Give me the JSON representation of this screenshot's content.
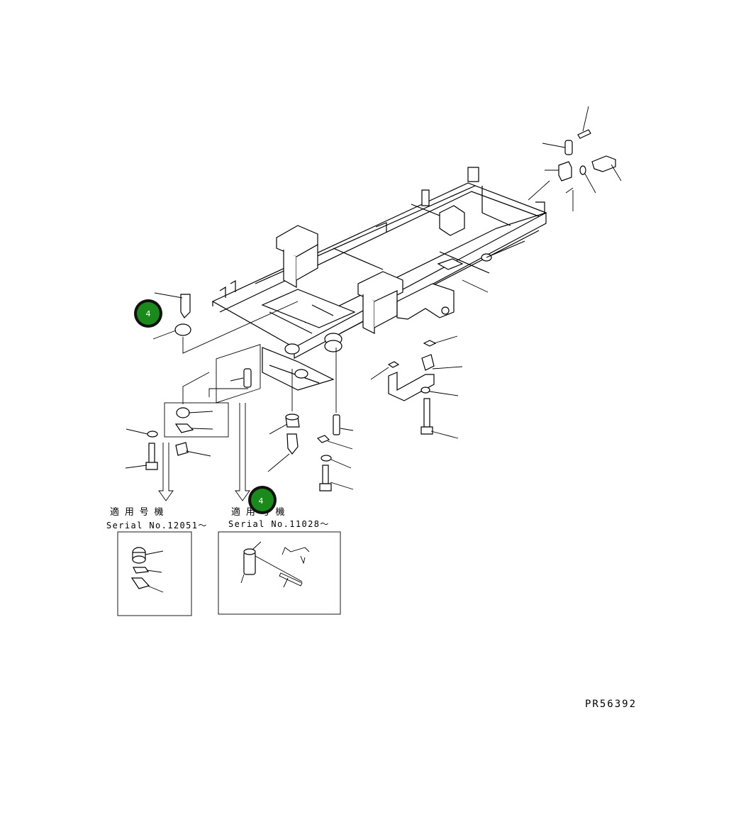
{
  "drawing_number": "PR56392",
  "markers": [
    {
      "label": "4"
    },
    {
      "label": "4"
    }
  ],
  "detail_left": {
    "title": "適 用 号 機",
    "serial": "Serial No.12051～"
  },
  "detail_right": {
    "title": "適 用 号 機",
    "serial": "Serial No.11028～"
  },
  "colors": {
    "marker_fill": "#1a8a1a",
    "marker_ring": "#111111",
    "line": "#000000"
  }
}
